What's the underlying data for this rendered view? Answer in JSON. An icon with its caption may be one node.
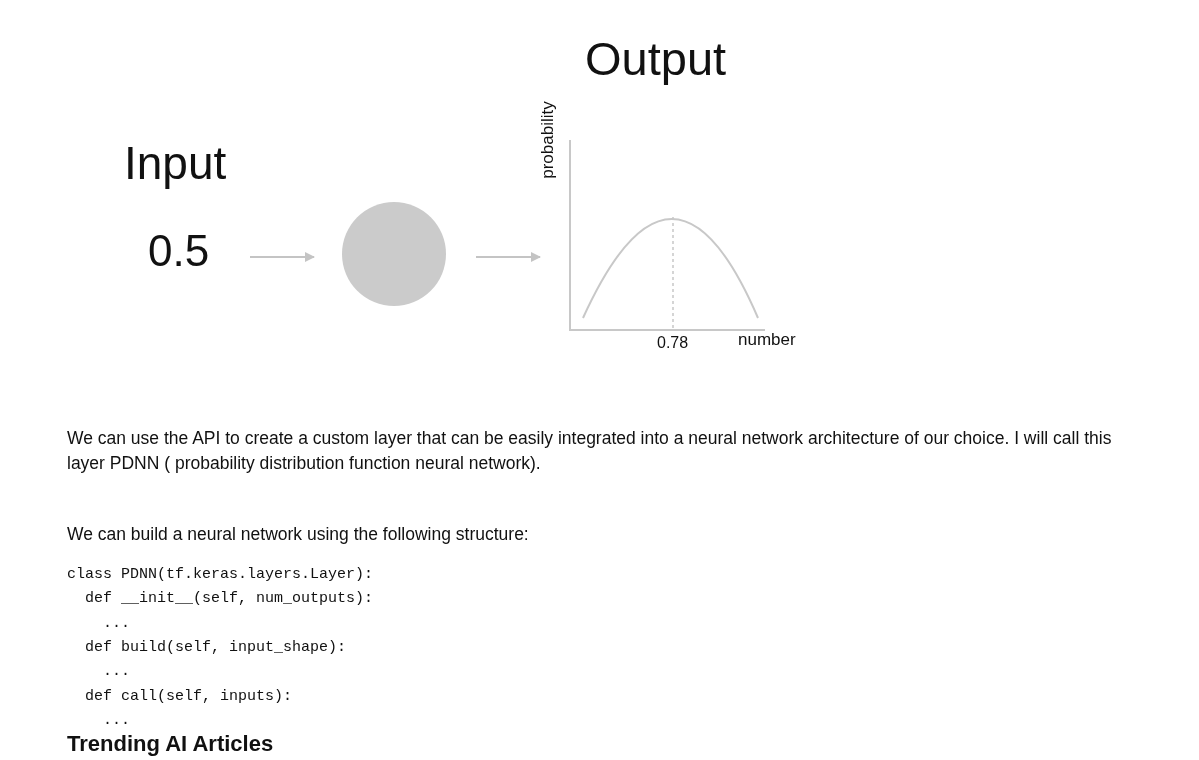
{
  "diagram": {
    "nodes": [
      {
        "text": [
          "0.5"
        ]
      },
      {
        "text": [],
        "shape": "circle"
      },
      {
        "text": [
          "Output"
        ]
      }
    ],
    "edges": [
      {
        "from": 0,
        "to": 1,
        "arrow": "to"
      },
      {
        "from": 1,
        "to": 2,
        "arrow": "to"
      }
    ],
    "labels": [
      "Input",
      "probability",
      "0.78",
      "number",
      "We can use the API to create a custom layer that can be easily integrated into a neural network architecture of our choice. I will call this layer PDNN ( probability distribution function neural network).",
      "We can build a neural network using the following structure:",
      "class PDNN(tf.keras.layers.Layer):",
      "  def __init__(self, num_outputs):",
      "    ...",
      "  def build(self, input_shape):",
      "    ...",
      "  def call(self, inputs):",
      "    ...",
      "Trending AI Articles"
    ]
  }
}
